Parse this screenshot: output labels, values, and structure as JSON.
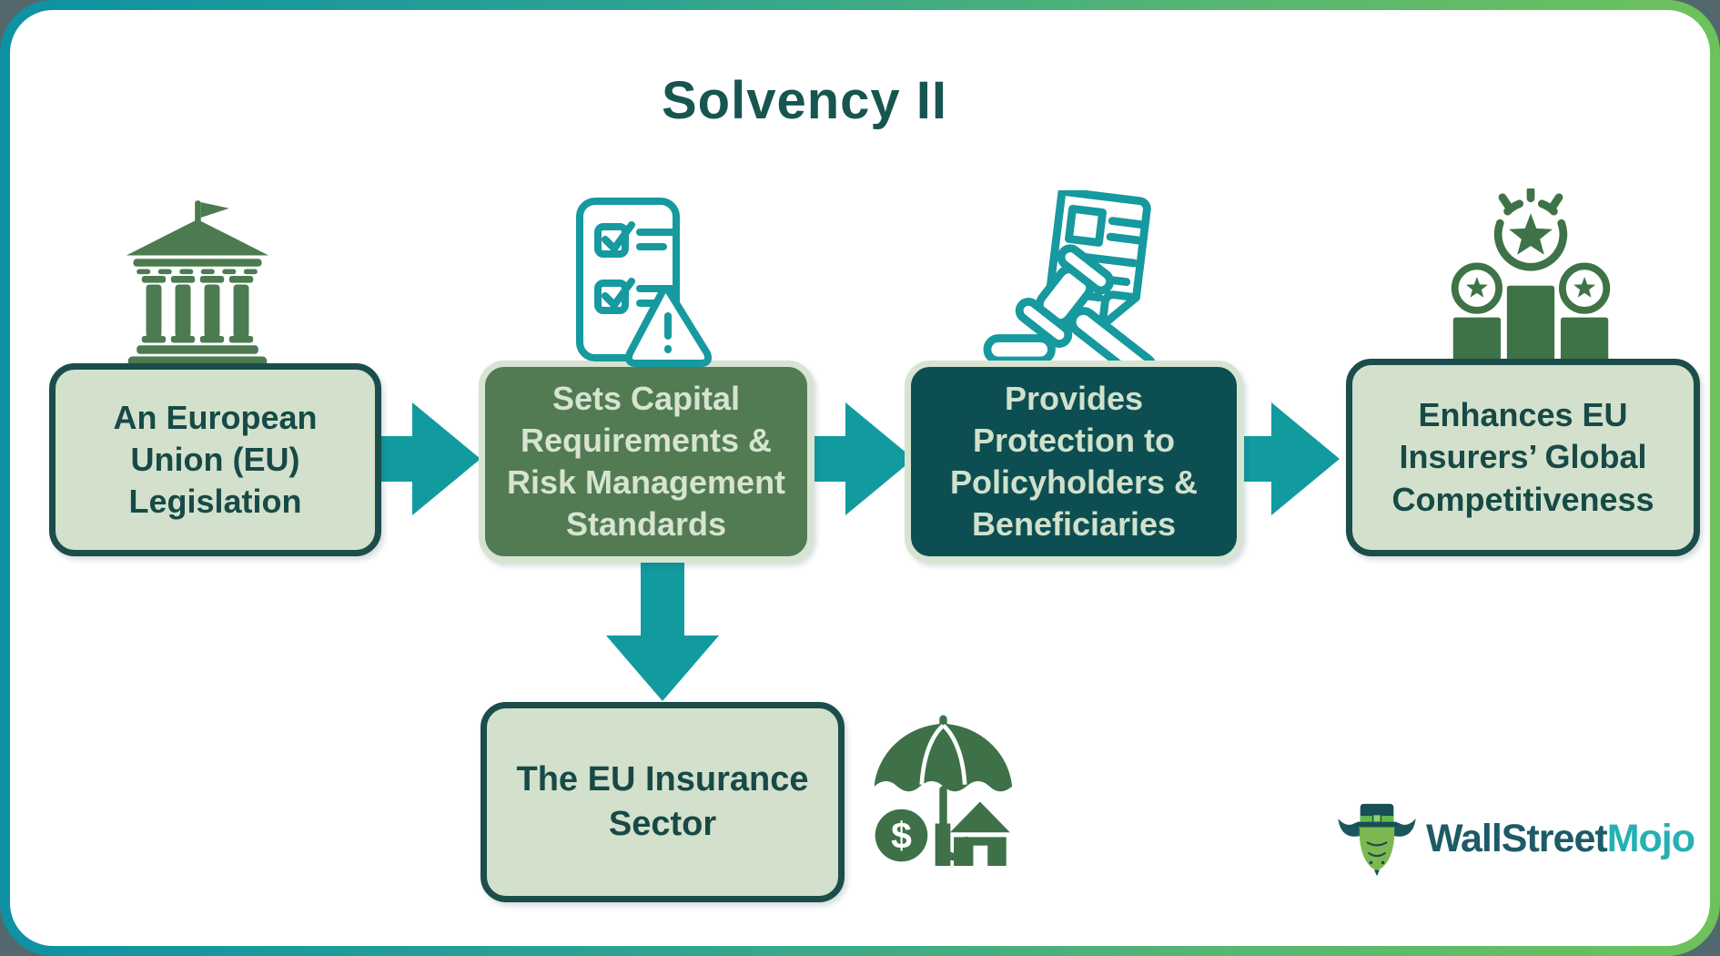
{
  "title": "Solvency II",
  "flow": {
    "boxes": [
      {
        "label": "An European Union (EU) Legislation",
        "icon": "bank-building-icon",
        "variant": "light"
      },
      {
        "label": "Sets Capital Requirements & Risk Management Standards",
        "icon": "checklist-warning-icon",
        "variant": "green"
      },
      {
        "label": "Provides Protection to Policyholders & Beneficiaries",
        "icon": "gavel-document-icon",
        "variant": "dark"
      },
      {
        "label": "Enhances EU Insurers’ Global Competitiveness",
        "icon": "winner-podium-icon",
        "variant": "light"
      }
    ],
    "bottom_box": {
      "label": "The EU Insurance Sector",
      "icon": "insurance-umbrella-icon",
      "variant": "light"
    },
    "arrows": [
      "right",
      "right",
      "right",
      "down"
    ]
  },
  "logo": {
    "brand_primary": "WallStreet",
    "brand_accent": "Mojo",
    "mascot": "bull-mascot-icon"
  },
  "icons": {
    "dollar_sign": "$"
  },
  "colors": {
    "title_text": "#175650",
    "box_light_fill": "#d3e0cc",
    "box_dark_border": "#1b4d4b",
    "box_green_fill": "#527b53",
    "box_dark_fill": "#0d4e52",
    "box_light_border": "#d6e4d1",
    "arrow": "#129b9f",
    "icon_green": "#44764c",
    "icon_teal": "#16999f",
    "border_gradient_left": "#0e91a4",
    "border_gradient_right": "#6ec25b"
  }
}
